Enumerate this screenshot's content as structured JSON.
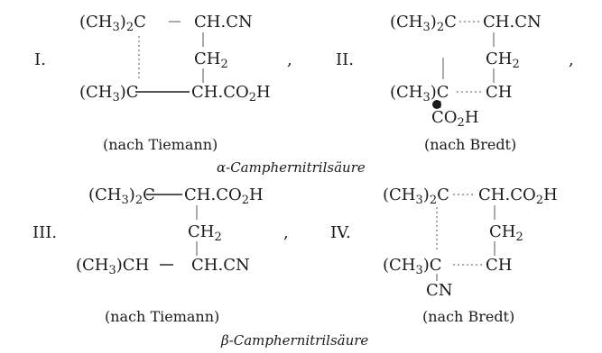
{
  "colors": {
    "ink": "#1a1a1a",
    "background": "#ffffff"
  },
  "structures": [
    {
      "numeral": "I.",
      "top_left": "(CH3)2C",
      "top_right": "CH.CN",
      "middle": "CH2",
      "bottom_left": "(CH3)C",
      "bottom_right": "CH.CO2H",
      "caption": "(nach Tiemann)",
      "separator": ","
    },
    {
      "numeral": "II.",
      "top_left": "(CH3)2C",
      "top_right": "CH.CN",
      "middle": "CH2",
      "bottom_left": "(CH3)C",
      "bottom_right": "CH",
      "substituent": "CO2H",
      "caption": "(nach Bredt)",
      "separator": ","
    },
    {
      "numeral": "III.",
      "top_left": "(CH3)2C",
      "top_right": "CH.CO2H",
      "middle": "CH2",
      "bottom_left": "(CH3)CH",
      "bottom_right": "CH.CN",
      "caption": "(nach Tiemann)",
      "separator": ","
    },
    {
      "numeral": "IV.",
      "top_left": "(CH3)2C",
      "top_right": "CH.CO2H",
      "middle": "CH2",
      "bottom_left": "(CH3)C",
      "bottom_right": "CH",
      "substituent": "CN",
      "caption": "(nach Bredt)"
    }
  ],
  "group_titles": [
    "α-Camphernitrilsäure",
    "β-Camphernitrilsäure"
  ]
}
